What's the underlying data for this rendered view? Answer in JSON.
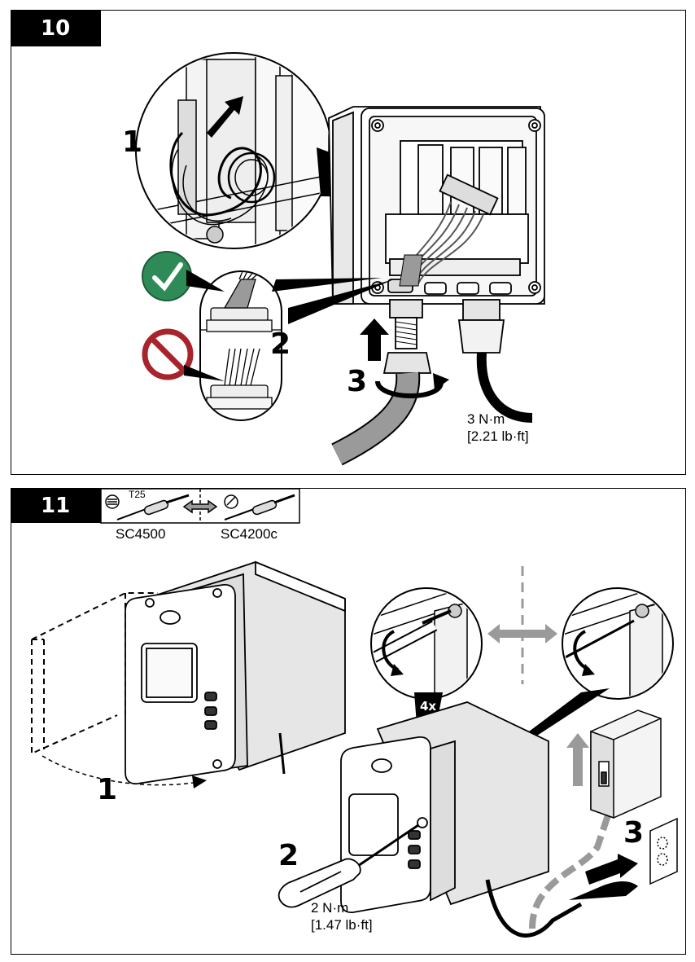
{
  "step10": {
    "number": "10",
    "callouts": [
      "1",
      "2",
      "3"
    ],
    "torque_value": "3 N·m",
    "torque_imperial": "[2.21 lb·ft]",
    "icons": [
      "checkmark-icon",
      "prohibited-icon",
      "up-arrow-icon",
      "rotate-arrow-icon"
    ]
  },
  "step11": {
    "number": "11",
    "tools": [
      {
        "tag": "T25",
        "model": "SC4500"
      },
      {
        "tag": "",
        "model": "SC4200c"
      }
    ],
    "callouts": [
      "1",
      "2",
      "3"
    ],
    "multiplier_left": "4x",
    "multiplier_right": "4x",
    "torque_value": "2 N·m",
    "torque_imperial": "[1.47 lb·ft]",
    "icons": [
      "screwdriver-icon",
      "swap-arrow-icon",
      "power-switch-icon",
      "outlet-icon",
      "plug-icon"
    ]
  },
  "colors": {
    "ok_green": "#2e8b57",
    "prohibit_red": "#a8232b",
    "cable_gray": "#9a9a9a",
    "panel_border": "#000000"
  }
}
